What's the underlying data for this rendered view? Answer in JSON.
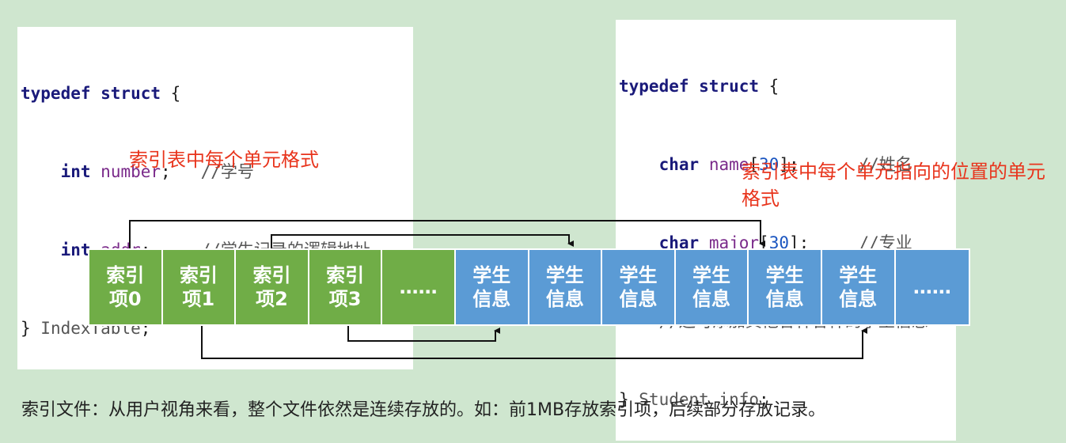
{
  "left_code": {
    "line1": [
      "typedef struct",
      " {"
    ],
    "line2": {
      "kw": "int",
      "var": "number",
      "punct": ";",
      "comment": "//学号"
    },
    "line3": {
      "kw": "int",
      "var": "addr",
      "punct": ";",
      "comment": "//学生记录的逻辑地址"
    },
    "line4": {
      "brace": "} ",
      "name": "IndexTable",
      "punct": ";"
    }
  },
  "left_caption": "索引表中每个单元格式",
  "right_code": {
    "line1": [
      "typedef struct",
      " {"
    ],
    "line2": {
      "kw": "char",
      "var": "name",
      "open": "[",
      "num": "30",
      "close": "];",
      "comment": "//姓名"
    },
    "line3": {
      "kw": "char",
      "var": "major",
      "open": "[",
      "num": "30",
      "close": "];",
      "comment": "//专业"
    },
    "line4": {
      "comment": "//还可添加其他各种各样的学生信息"
    },
    "line5": {
      "brace": "} ",
      "name": "Student_info",
      "punct": ";"
    }
  },
  "right_caption": "索引表中每个单元指向的位置的单元格式",
  "cells": [
    {
      "line1": "索引",
      "line2": "项0",
      "kind": "index"
    },
    {
      "line1": "索引",
      "line2": "项1",
      "kind": "index"
    },
    {
      "line1": "索引",
      "line2": "项2",
      "kind": "index"
    },
    {
      "line1": "索引",
      "line2": "项3",
      "kind": "index"
    },
    {
      "line1": "……",
      "line2": "",
      "kind": "index"
    },
    {
      "line1": "学生",
      "line2": "信息",
      "kind": "record"
    },
    {
      "line1": "学生",
      "line2": "信息",
      "kind": "record"
    },
    {
      "line1": "学生",
      "line2": "信息",
      "kind": "record"
    },
    {
      "line1": "学生",
      "line2": "信息",
      "kind": "record"
    },
    {
      "line1": "学生",
      "line2": "信息",
      "kind": "record"
    },
    {
      "line1": "学生",
      "line2": "信息",
      "kind": "record"
    },
    {
      "line1": "……",
      "line2": "",
      "kind": "record"
    }
  ],
  "colors": {
    "index": "#70ad47",
    "record": "#5b9bd5",
    "caption": "#e8341c",
    "background": "#cfe6cf"
  },
  "bottom_text": "索引文件：从用户视角来看，整个文件依然是连续存放的。如：前1MB存放索引项，后续部分存放记录。"
}
